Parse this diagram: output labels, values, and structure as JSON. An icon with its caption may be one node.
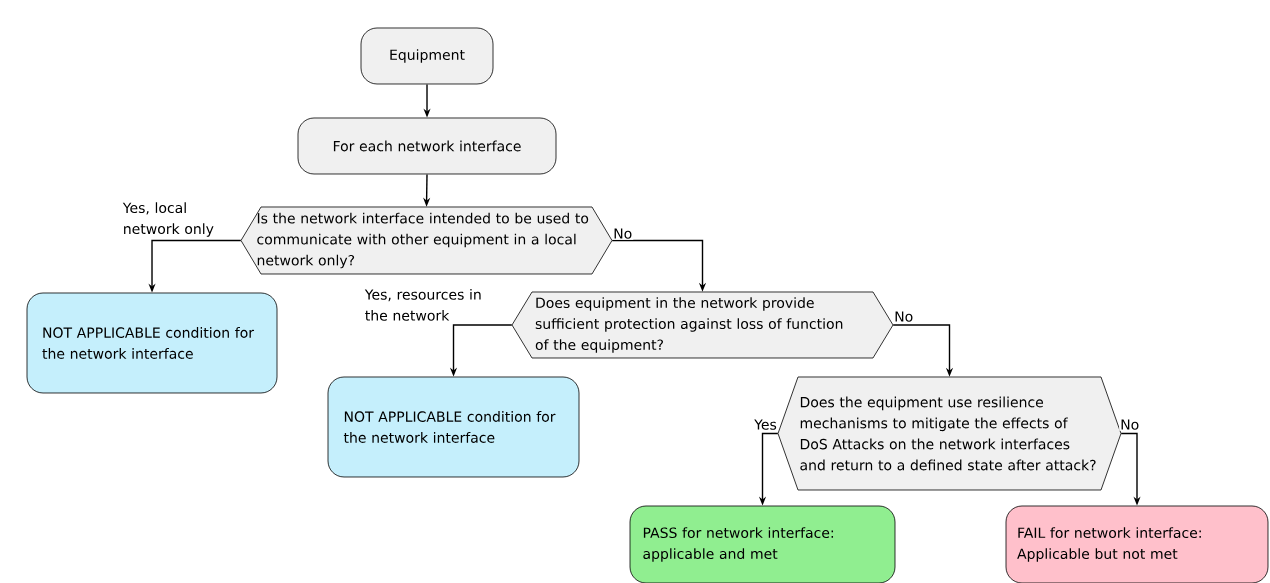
{
  "diagram": {
    "nodes": [
      {
        "text": [
          "Equipment"
        ]
      },
      {
        "text": [
          "For each network interface"
        ]
      },
      {
        "text": [
          "Is the network interface intended to be used to communicate with other equipment in a local network only?"
        ]
      },
      {
        "text": [
          "NOT APPLICABLE condition for the network interface"
        ]
      },
      {
        "text": [
          "Does equipment in the network provide sufficient protection against loss of function of the equipment?"
        ]
      },
      {
        "text": [
          "NOT APPLICABLE condition for the network interface"
        ]
      },
      {
        "text": [
          "Does the equipment use resilience mechanisms to mitigate the effects of DoS Attacks on the network interfaces and return to a defined state after attack?"
        ]
      },
      {
        "text": [
          "PASS for network interface: applicable and met"
        ]
      },
      {
        "text": [
          "FAIL for network interface: Applicable but not met"
        ]
      }
    ],
    "edges": [
      {
        "from": 0,
        "to": 1,
        "arrow": "to"
      },
      {
        "from": 1,
        "to": 2,
        "arrow": "to"
      },
      {
        "from": 2,
        "to": 3,
        "arrow": "to",
        "label": "Yes, local network only"
      },
      {
        "from": 2,
        "to": 4,
        "arrow": "to",
        "label": "No"
      },
      {
        "from": 4,
        "to": 5,
        "arrow": "to",
        "label": "Yes, resources in the network"
      },
      {
        "from": 4,
        "to": 6,
        "arrow": "to",
        "label": "No"
      },
      {
        "from": 6,
        "to": 7,
        "arrow": "to",
        "label": "Yes"
      },
      {
        "from": 6,
        "to": 8,
        "arrow": "to",
        "label": "No"
      }
    ]
  }
}
